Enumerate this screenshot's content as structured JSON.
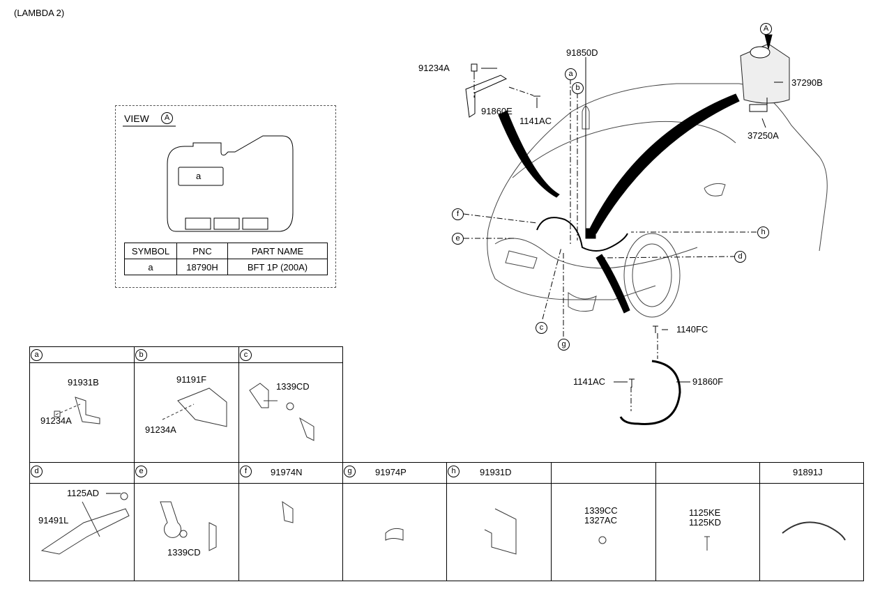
{
  "header": {
    "title": "(LAMBDA 2)"
  },
  "view": {
    "title": "VIEW",
    "marker": "A",
    "box_label": "a",
    "table": {
      "headers": [
        "SYMBOL",
        "PNC",
        "PART NAME"
      ],
      "rows": [
        [
          "a",
          "18790H",
          "BFT 1P (200A)"
        ]
      ]
    }
  },
  "main": {
    "marker": "A",
    "callouts": {
      "p91234A": "91234A",
      "p91860E": "91860E",
      "p1141AC": "1141AC",
      "p91850D": "91850D",
      "p37290B": "37290B",
      "p37250A": "37250A",
      "p1140FC": "1140FC",
      "p1141AC_2": "1141AC",
      "p91860F": "91860F"
    },
    "letters": {
      "a": "a",
      "b": "b",
      "c": "c",
      "d": "d",
      "e": "e",
      "f": "f",
      "g": "g",
      "h": "h"
    }
  },
  "top_cells": [
    {
      "symbol": "a",
      "labels": [
        "91931B",
        "91234A"
      ]
    },
    {
      "symbol": "b",
      "labels": [
        "91191F",
        "91234A"
      ]
    },
    {
      "symbol": "c",
      "labels": [
        "1339CD"
      ]
    }
  ],
  "bottom_cells": [
    {
      "symbol": "d",
      "header": "",
      "labels": [
        "1125AD",
        "91491L"
      ]
    },
    {
      "symbol": "e",
      "header": "",
      "labels": [
        "1339CD"
      ]
    },
    {
      "symbol": "f",
      "header": "91974N",
      "labels": []
    },
    {
      "symbol": "g",
      "header": "91974P",
      "labels": []
    },
    {
      "symbol": "h",
      "header": "91931D",
      "labels": []
    },
    {
      "symbol": "",
      "header": "",
      "labels": [
        "1339CC",
        "1327AC"
      ]
    },
    {
      "symbol": "",
      "header": "",
      "labels": [
        "1125KE",
        "1125KD"
      ]
    },
    {
      "symbol": "",
      "header": "91891J",
      "labels": []
    }
  ]
}
